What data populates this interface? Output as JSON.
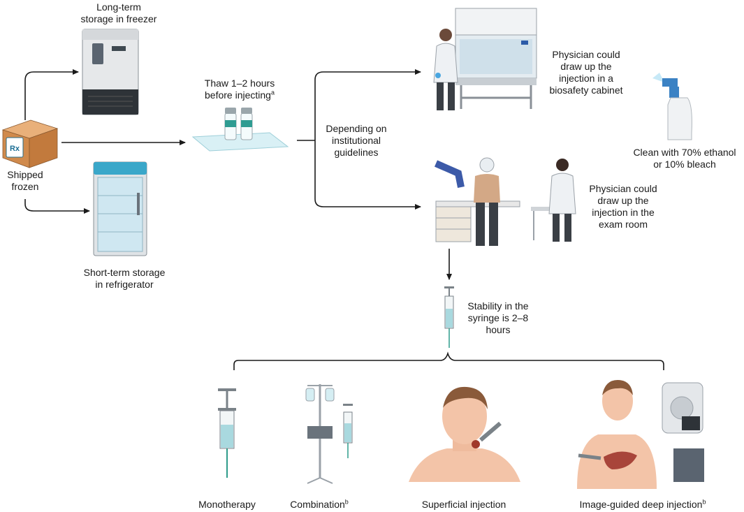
{
  "labels": {
    "shipped": [
      "Shipped",
      "frozen"
    ],
    "freezer": [
      "Long-term",
      "storage in freezer"
    ],
    "fridge": [
      "Short-term storage",
      "in refrigerator"
    ],
    "thaw": {
      "line1": "Thaw 1–2 hours",
      "line2": "before injecting",
      "sup": "a"
    },
    "depending": [
      "Depending on",
      "institutional",
      "guidelines"
    ],
    "biosafety": [
      "Physician could",
      "draw up the",
      "injection in a",
      "biosafety cabinet"
    ],
    "clean": [
      "Clean with 70% ethanol",
      "or 10% bleach"
    ],
    "examroom": [
      "Physician could",
      "draw up the",
      "injection in the",
      "exam room"
    ],
    "stability": [
      "Stability in the",
      "syringe is 2–8",
      "hours"
    ],
    "box_mark": "Rx"
  },
  "routes": {
    "monotherapy": {
      "label": "Monotherapy",
      "sup": ""
    },
    "combination": {
      "label": "Combination",
      "sup": "b"
    },
    "superficial": {
      "label": "Superficial injection",
      "sup": ""
    },
    "imageguided": {
      "label": "Image-guided deep injection",
      "sup": "b"
    }
  },
  "colors": {
    "arrow": "#1a1a1a",
    "skin": "#f3c4a8",
    "coat": "#eef1f4",
    "dark": "#3a3f45",
    "liquid": "#a9d9df",
    "teal": "#1f8a8a",
    "box": "#d99b62",
    "fridge_top": "#3aa7c9",
    "needle": "#2e9c8a"
  }
}
